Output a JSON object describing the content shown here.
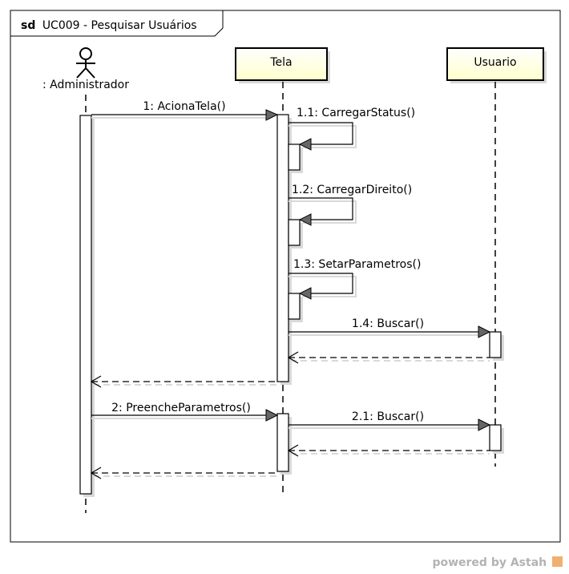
{
  "frame": {
    "keyword": "sd",
    "name": "UC009 - Pesquisar Usuários"
  },
  "actor": {
    "label": ": Administrador"
  },
  "lifelines": [
    {
      "id": "tela",
      "label": "Tela"
    },
    {
      "id": "usuario",
      "label": "Usuario"
    }
  ],
  "messages": [
    {
      "id": "m1",
      "label": "1: AcionaTela()"
    },
    {
      "id": "m11",
      "label": "1.1: CarregarStatus()"
    },
    {
      "id": "m12",
      "label": "1.2: CarregarDireito()"
    },
    {
      "id": "m13",
      "label": "1.3: SetarParametros()"
    },
    {
      "id": "m14",
      "label": "1.4: Buscar()"
    },
    {
      "id": "m2",
      "label": "2: PreencheParametros()"
    },
    {
      "id": "m21",
      "label": "2.1: Buscar()"
    }
  ],
  "footer": {
    "powered": "powered by Astah"
  },
  "colors": {
    "lifeline_fill": "#ffffcc",
    "frame_stroke": "#000000",
    "shadow": "#d9d9d9"
  }
}
